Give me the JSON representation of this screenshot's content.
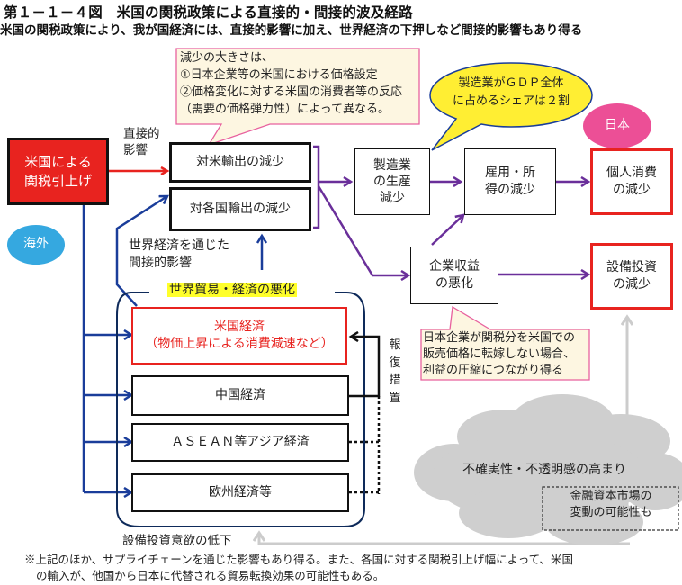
{
  "header": {
    "title": "第１－１－４図　米国の関税政策による直接的・間接的波及経路",
    "subtitle": "米国の関税政策により、我が国経済には、直接的影響に加え、世界経済の下押しなど間接的影響もあり得る"
  },
  "colors": {
    "tariff_red": "#e8231f",
    "blue_arrow": "#1a3d9a",
    "purple_arrow": "#6a2f9a",
    "overseas_blue": "#35a8e0",
    "japan_pink": "#ec4f96",
    "speech_yellow": "#ffee33",
    "callout_fill": "#fdf6e1",
    "callout_border": "#e8629e",
    "cloud_gray": "#cfcfcf"
  },
  "nodes": {
    "tariff": "米国による\n関税引上げ",
    "overseas_badge": "海外",
    "japan_badge": "日本",
    "exports_us": "対米輸出の減少",
    "exports_all": "対各国輸出の減少",
    "manufacturing": "製造業\nの生産\n減少",
    "employment": "雇用・所\n得の減少",
    "consumption": "個人消費\nの減少",
    "profits": "企業収益\nの悪化",
    "capex": "設備投資\nの減少",
    "world_trade": "世界貿易・経済の悪化",
    "us_economy": "米国経済\n（物価上昇による消費減速など）",
    "china_economy": "中国経済",
    "asean_economy": "ＡＳＥＡＮ等アジア経済",
    "europe_economy": "欧州経済等",
    "uncertainty": "不確実性・不透明感の高まり",
    "financial_markets": "金融資本市場の\n変動の可能性も"
  },
  "labels": {
    "direct_effect": "直接的\n影響",
    "indirect_effect": "世界経済を通じた\n間接的影響",
    "retaliation": "報\n復\n措\n置",
    "capex_appetite": "設備投資意欲の低下"
  },
  "callouts": {
    "price_setting": "減少の大きさは、\n①日本企業等の米国における価格設定\n②価格変化に対する米国の消費者等の反応\n（需要の価格弾力性）によって異なる。",
    "gdp_share": "製造業がＧＤＰ全体\nに占めるシェアは２割",
    "pass_through": "日本企業が関税分を米国での\n販売価格に転嫁しない場合、\n利益の圧縮につながり得る"
  },
  "footnote": {
    "line1": "※上記のほか、サプライチェーンを通じた影響もあり得る。また、各国に対する関税引上げ幅によって、米国",
    "line2": "の輸入が、他国から日本に代替される貿易転換効果の可能性もある。"
  }
}
